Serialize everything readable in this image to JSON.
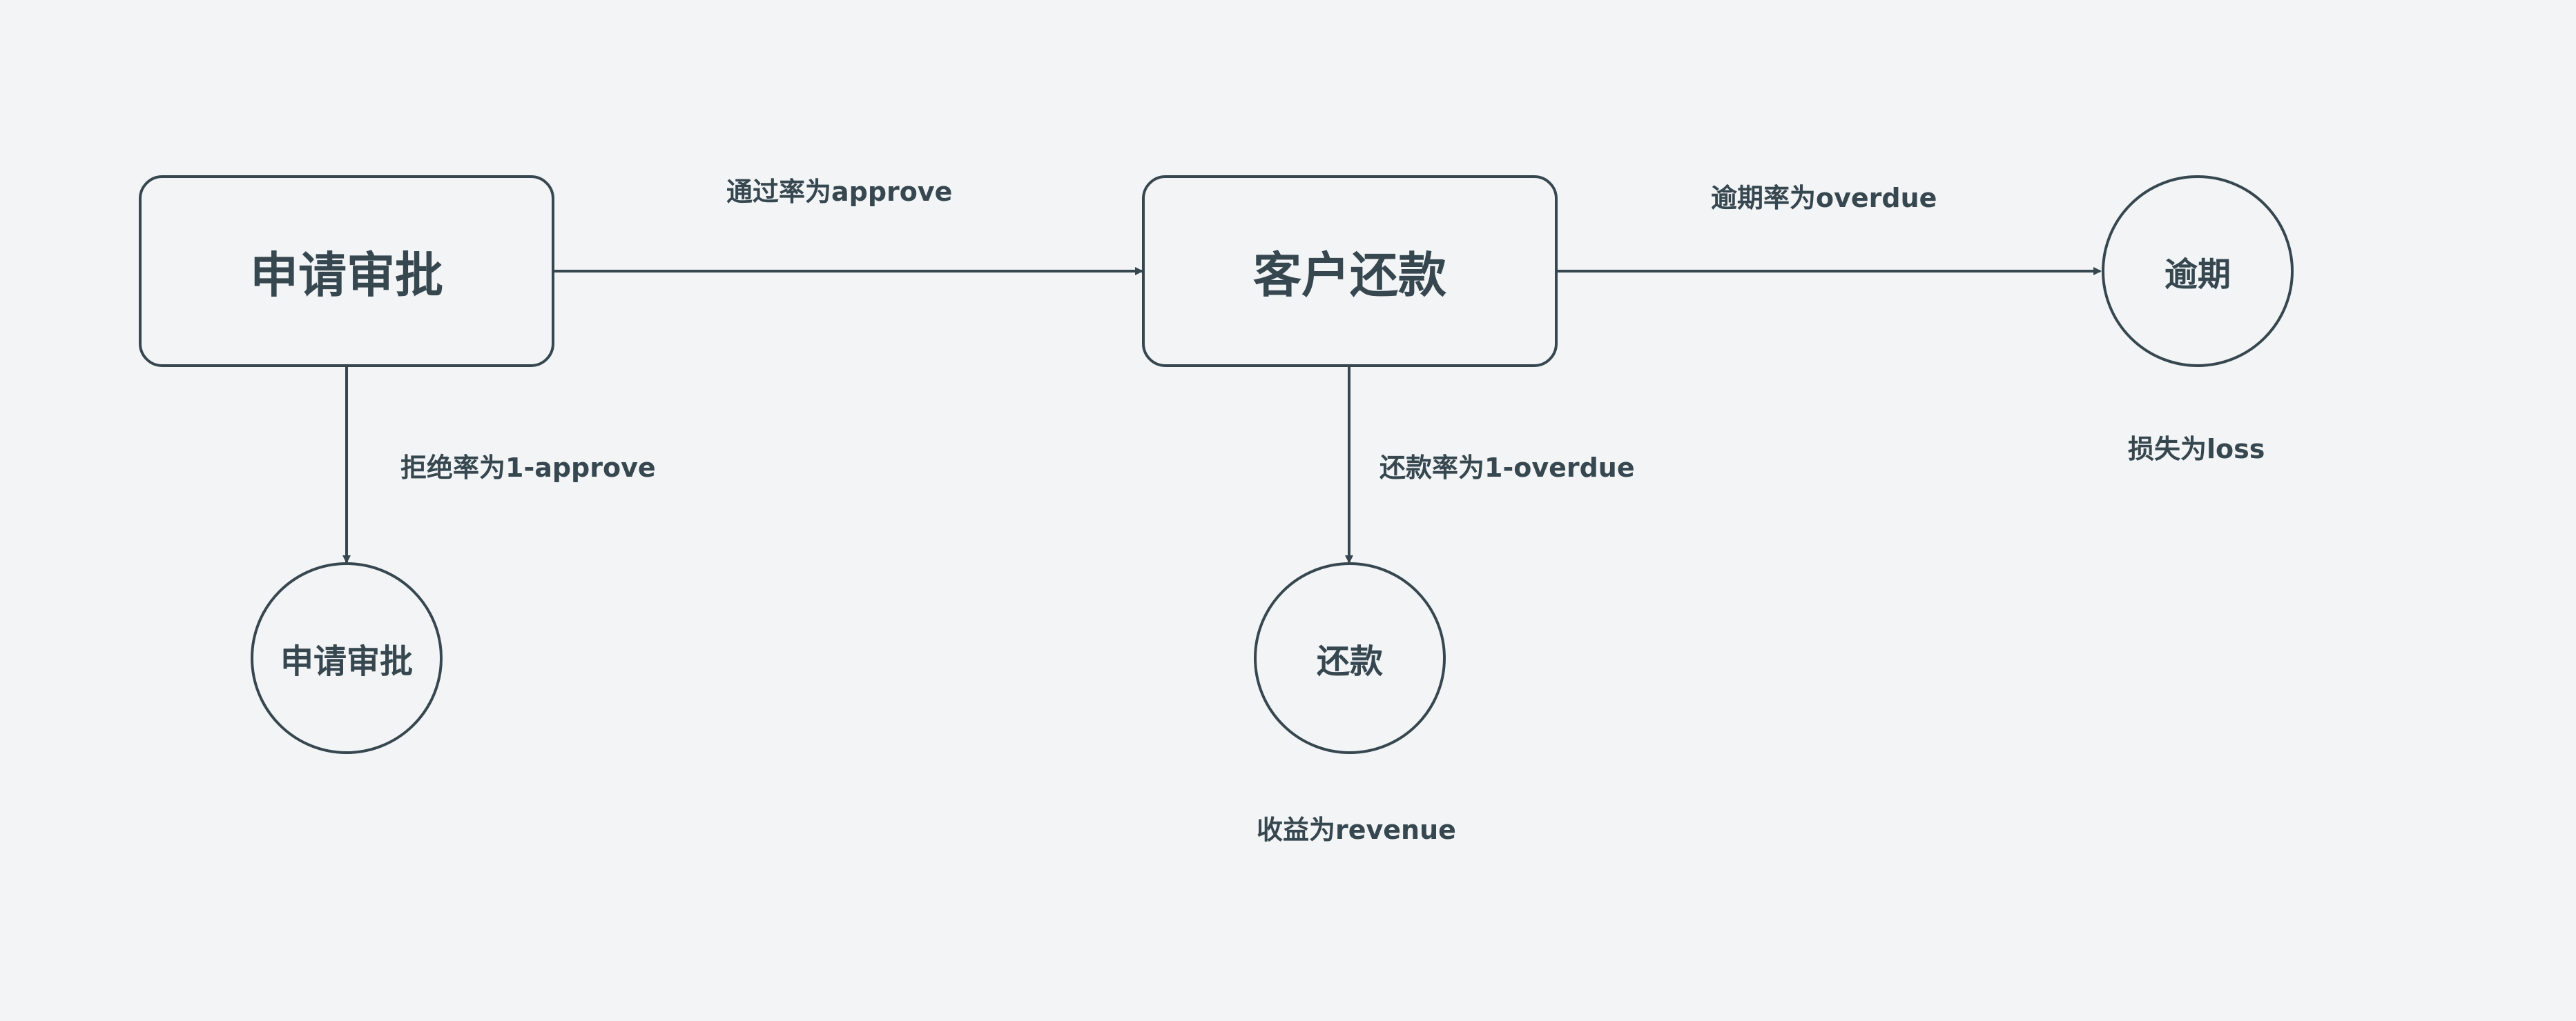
{
  "theme": {
    "background": "#f2f4f6",
    "stroke": "#37474f",
    "text": "#37474f"
  },
  "nodes": {
    "apply": "申请审批",
    "repay_process": "客户还款",
    "overdue": "逾期",
    "reject": "申请审批",
    "repaid": "还款"
  },
  "edges": {
    "approve": "通过率为approve",
    "overdue_rate": "逾期率为overdue",
    "reject_rate": "拒绝率为1-approve",
    "repay_rate": "还款率为1-overdue"
  },
  "outcomes": {
    "loss": "损失为loss",
    "revenue": "收益为revenue"
  }
}
